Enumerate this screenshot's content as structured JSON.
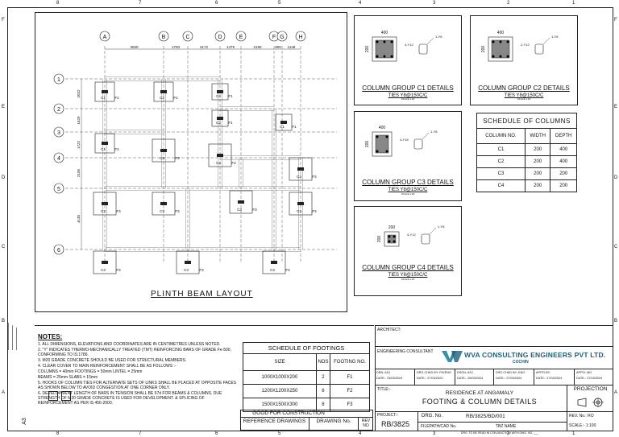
{
  "border": {
    "top_numbers": [
      "8",
      "7",
      "6",
      "5",
      "4",
      "3",
      "2",
      "1"
    ],
    "side_letters": [
      "F",
      "E",
      "D",
      "C",
      "B",
      "A"
    ],
    "sheet_size": "A3"
  },
  "plan": {
    "title": "PLINTH BEAM LAYOUT",
    "cols": [
      "A",
      "B",
      "C",
      "D",
      "E",
      "F",
      "G",
      "H"
    ],
    "rows": [
      "6",
      "5",
      "4",
      "3",
      "2",
      "1"
    ],
    "x_dims": [
      "3930",
      "1700",
      "2172",
      "1479",
      "2190",
      "800",
      "1148"
    ],
    "y_dims": [
      "2022",
      "1629",
      "1722",
      "2105",
      "4130"
    ],
    "footings": [
      "F2",
      "F2",
      "F1",
      "F1",
      "F1",
      "F2",
      "F3",
      "F3",
      "F3",
      "F3",
      "F3",
      "F3",
      "F3",
      "F3",
      "F3",
      "F3",
      "F3"
    ],
    "columns": [
      "C1",
      "C2",
      "C4",
      "C2",
      "C1",
      "C3",
      "C3",
      "C3",
      "C3",
      "C3",
      "C3",
      "C3",
      "C3"
    ]
  },
  "details": [
    {
      "title": "COLUMN GROUP C1 DETAILS",
      "ties": "TIES Y8@150C/C",
      "width": "400",
      "depth": "200",
      "bars": "4-Y12",
      "tie": "1-Y8",
      "scale": "SCALE 1:20"
    },
    {
      "title": "COLUMN GROUP C2 DETAILS",
      "ties": "TIES Y8@150C/C",
      "width": "400",
      "depth": "200",
      "bars": "2-Y12",
      "bars2": "2-Y12",
      "tie": "1-Y8",
      "scale": "SCALE 1:20"
    },
    {
      "title": "COLUMN GROUP C3 DETAILS",
      "ties": "TIES Y8@150C/C",
      "width": "400",
      "depth": "200",
      "bars": "4-Y16",
      "tie": "1-Y8",
      "scale": "SCALE 1:20"
    },
    {
      "title": "COLUMN GROUP C4 DETAILS",
      "ties": "TIES Y8@150C/C",
      "width": "200",
      "depth": "200",
      "bars": "4-Y12",
      "tie": "1-Y8",
      "scale": "SCALE 1:20"
    }
  ],
  "col_schedule": {
    "title": "SCHEDULE OF COLUMNS",
    "headers": [
      "COLUMN NO.",
      "WIDTH",
      "DEPTH"
    ],
    "rows": [
      [
        "C1",
        "200",
        "400"
      ],
      [
        "C2",
        "200",
        "400"
      ],
      [
        "C3",
        "200",
        "200"
      ],
      [
        "C4",
        "200",
        "200"
      ]
    ]
  },
  "notes": {
    "title": "NOTES:",
    "items": [
      "1. ALL DIMENSIONS, ELEVATIONS AND COORDINATES ARE IN CENTIMETRES UNLESS NOTED.",
      "2. \"Y\" INDICATES THERMO-MECHANICALLY TREATED (TMT) REINFORCING BARS OF GRADE Fe-500, CONFORMING TO IS:1786.",
      "3. M20 GRADE CONCRETE SHOULD BE USED FOR STRUCTURAL MEMBERS.",
      "4. CLEAR COVER TO MAIN REINFORCEMENT SHALL BE AS FOLLOWS :-",
      "COLUMNS = 40mm   FOOTINGS = 50mm   LINTEL = 25mm",
      "BEAMS = 25mm   SLABS = 15mm",
      "5. HOOKS OF COLUMN TIES FOR ALTERNATE SETS OF LINKS SHALL BE PLACED AT OPPOSITE FACES AS SHOWN BELOW TO AVOID CONGESTION AT ONE CORNER ONLY.",
      "6. DEVELOPMENT LENGTH OF BARS IN TENSION SHALL BE 57d FOR BEAMS & COLUMNS. DUE STRENGTH OF M20 GRADE CONCRETE IS USED FOR DEVELOPMENT. & SPLICING OF REINFORCEMENT AS PER IS 456-2000."
    ]
  },
  "footing_schedule": {
    "title": "SCHEDULE OF FOOTINGS",
    "headers": [
      "SIZE",
      "NOS",
      "FOOTING NO."
    ],
    "rows": [
      [
        "1000X1000X200",
        "2",
        "F1"
      ],
      [
        "1200X1200X250",
        "6",
        "F2"
      ],
      [
        "1500X1500X300",
        "8",
        "F3"
      ]
    ]
  },
  "construction": {
    "label": "GOOD FOR CONSTRUCTION",
    "ref": "REFERENCE DRAWINGS",
    "dwg": "DRAWING No.",
    "rev": "REV NO"
  },
  "title_block": {
    "architect": "ARCHITECT:",
    "consultant": "ENGINEERING CONSULTANT",
    "company": "WVA CONSULTING ENGINEERS PVT LTD.",
    "city": "COCHIN",
    "drn": "DRN: ASJ",
    "drn_date": "DATE:- 25/03/2024",
    "chkd": "DRG CHKD BY: PH/ENG",
    "chkd_date": "DATE:- 27/03/2024",
    "dsgn": "DSGN: ASJ",
    "dsgn_date": "DATE:- 25/03/2024",
    "dsgn_chkd": "DSG CHKD BY: ENG",
    "dsgn_chkd_date": "DATE:- 27/03/2024",
    "apprvd": "APP'D BY:",
    "apprvd_date": "DATE:- 27/03/2024",
    "appd": "APP'D: MD",
    "appd_date": "DATE:- 27/03/2024",
    "title_label": "TITLE:-",
    "title1": "RESIDENCE AT ANGAMALY",
    "title2": "FOOTING & COLUMN DETAILS",
    "projection": "PROJECTION",
    "project_label": "PROJECT:-",
    "project": "RB/3825",
    "drg_label": "DRG. No.",
    "drg": "RB/3825/BD/001",
    "rev": "REV. No.: RO",
    "scale": "SCALE:- 1:100",
    "filepath": "FILEPATH/CAD No.",
    "tbz": "TBZ NAME",
    "footer": "DRG. TO BE READ IN CONJUNCTION WITH DWG. NO. ___"
  }
}
